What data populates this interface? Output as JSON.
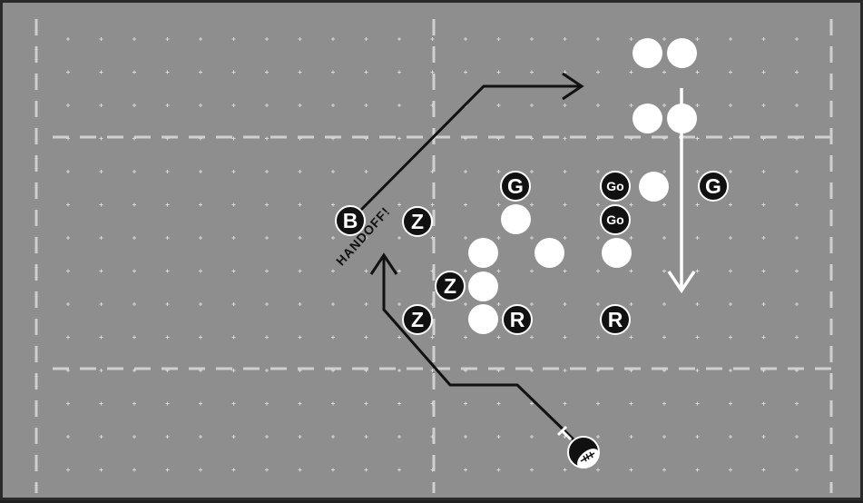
{
  "colors": {
    "field": "#8e8e8e",
    "field_line": "#d0d0d0",
    "dots": "#d8d8d8",
    "route": "#111111",
    "white_route": "#ffffff",
    "offense": "#111111",
    "defense": "#ffffff"
  },
  "labels": {
    "handoff": "HANDOFF!"
  },
  "offense_players": [
    {
      "id": "B",
      "label": "B"
    },
    {
      "id": "Z1",
      "label": "Z"
    },
    {
      "id": "G1",
      "label": "G"
    },
    {
      "id": "Go1",
      "label": "Go"
    },
    {
      "id": "G2",
      "label": "G"
    },
    {
      "id": "Go2",
      "label": "Go"
    },
    {
      "id": "Z2",
      "label": "Z"
    },
    {
      "id": "Z3",
      "label": "Z"
    },
    {
      "id": "R1",
      "label": "R"
    },
    {
      "id": "R2",
      "label": "R"
    }
  ],
  "icons": {
    "ball": "football-icon",
    "arrowheads": "arrowhead-icon"
  }
}
